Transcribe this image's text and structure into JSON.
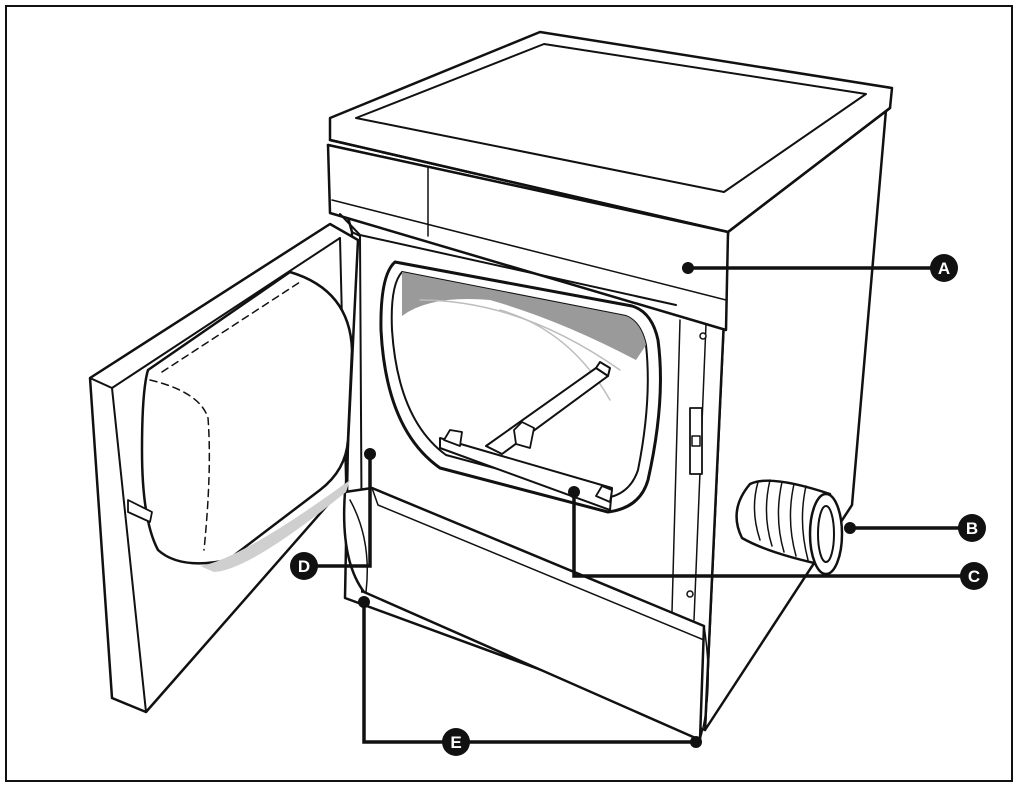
{
  "callouts": {
    "a": {
      "label": "A"
    },
    "b": {
      "label": "B"
    },
    "c": {
      "label": "C"
    },
    "d": {
      "label": "D"
    },
    "e": {
      "label": "E"
    }
  },
  "colors": {
    "stroke": "#111111",
    "fill": "#ffffff",
    "shade": "#9a9a9a",
    "shade_light": "#cfcfcf",
    "callout_badge": "#111111",
    "callout_text": "#ffffff"
  }
}
